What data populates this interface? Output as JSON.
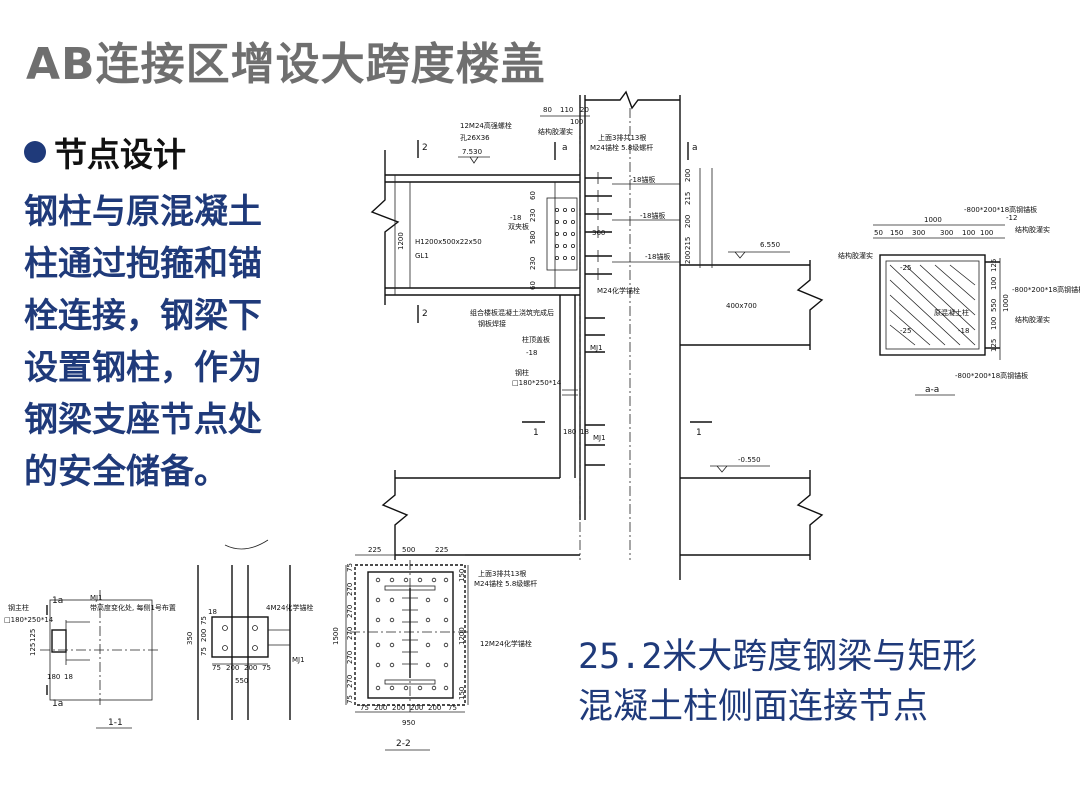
{
  "title": "AB连接区增设大跨度楼盖",
  "heading": "节点设计",
  "body": "钢柱与原混凝土\n柱通过抱箍和锚\n栓连接，钢梁下\n设置钢柱，作为\n钢梁支座节点处\n的安全储备。",
  "caption": "25.2米大跨度钢梁与矩形\n混凝土柱侧面连接节点",
  "main_section": {
    "dims_top": [
      "80",
      "110",
      "20",
      "100"
    ],
    "bolt_note_1": "12M24高强螺栓",
    "bolt_note_2": "孔26X36",
    "elev_top": "7.530",
    "label_weld_top": "结构胶灌实",
    "label_anchor_1": "上面3排共13根",
    "label_anchor_2": "M24锚栓 5.8级螺杆",
    "plate_18_a": "-18锚板",
    "plate_18_b": "-18锚板",
    "plate_18_c": "-18锚板",
    "dims_right": [
      "200",
      "215",
      "200",
      "215",
      "200"
    ],
    "dims_left": [
      "60",
      "230",
      "580",
      "230",
      "60"
    ],
    "dim_1200": "1200",
    "beam_label_1": "H1200x500x22x50",
    "beam_label_2": "GL1",
    "dim_360": "360",
    "stiff_label": "-18",
    "stiff_sub": "双夹板",
    "elev_mid": "6.550",
    "col_size": "400x700",
    "chem_anchor": "M24化学锚栓",
    "note_grout_1": "组合楼板混凝土浇筑完成后",
    "note_grout_2": "钢板焊接",
    "cap_plate": "柱顶盖板",
    "cap_plate_t": "-18",
    "mj1_a": "MJ1",
    "steel_col": "钢柱",
    "steel_col_size": "□180*250*14",
    "sect_1_left": "1",
    "sect_1_right": "1",
    "dim_180": "180",
    "dim_18": "18",
    "mj1_b": "MJ1",
    "elev_low": "-0.550",
    "sect_a_left": "a",
    "sect_a_right": "a",
    "sect_2": "2"
  },
  "section_aa": {
    "dims_top": [
      "50",
      "150",
      "300",
      "300",
      "100",
      "100"
    ],
    "dim_1000": "1000",
    "top_plate": "-800*200*18高钢锚板",
    "stiff": "-12",
    "weld_1": "结构胶灌实",
    "weld_2": "结构胶灌实",
    "weld_3": "结构胶灌实",
    "plate_25a": "-25",
    "plate_25b": "-25",
    "plate_18": "-18",
    "inner_label": "原混凝土柱",
    "right_dims": [
      "125",
      "100",
      "550",
      "100",
      "125"
    ],
    "right_dim_total": "1000",
    "right_plate": "-800*200*18高钢锚板",
    "bottom_plate": "-800*200*18高钢锚板",
    "caption": "a-a"
  },
  "section_11": {
    "mj1": "MJ1",
    "note": "带高度变化处, 每侧1号布置",
    "col_label": "钢主柱",
    "col_size": "□180*250*14",
    "dims_v": [
      "125",
      "125"
    ],
    "dim_180": "180",
    "dim_18": "18",
    "mark_top": "1a",
    "mark_bot": "1a",
    "caption": "1-1"
  },
  "section_side": {
    "plate": "18",
    "anchor": "4M24化学锚栓",
    "dims_v": [
      "75",
      "200",
      "75"
    ],
    "dim_350": "350",
    "dims_h": [
      "75",
      "200",
      "200",
      "75"
    ],
    "dim_550": "550",
    "mj1": "MJ1"
  },
  "section_22": {
    "dims_top": [
      "225",
      "500",
      "225"
    ],
    "anchor_1": "上面3排共13根",
    "anchor_2": "M24锚栓 5.8级螺杆",
    "dims_left": [
      "75",
      "270",
      "270",
      "270",
      "270",
      "270",
      "75"
    ],
    "dim_1500": "1500",
    "dims_right": [
      "150",
      "1200",
      "150"
    ],
    "chem": "12M24化学锚栓",
    "dims_bot": [
      "75",
      "200",
      "200",
      "200",
      "200",
      "75"
    ],
    "dim_950": "950",
    "caption": "2-2"
  }
}
